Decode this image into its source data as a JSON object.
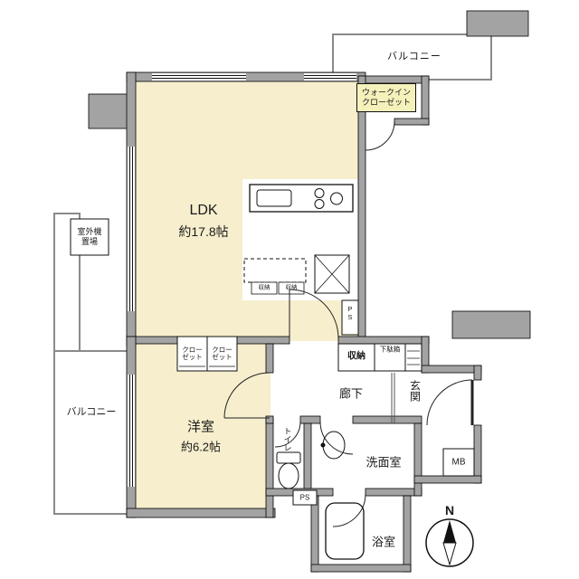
{
  "plan": {
    "balcony_top": "バルコニー",
    "balcony_left": "バルコニー",
    "wic": {
      "line1": "ウォークイン",
      "line2": "クローゼット"
    },
    "ldk": {
      "name": "LDK",
      "size": "約17.8帖"
    },
    "outdoor_unit": {
      "line1": "室外機",
      "line2": "置場"
    },
    "bedroom": {
      "name": "洋室",
      "size": "約6.2帖"
    },
    "closet": {
      "line1": "クロー",
      "line2": "ゼット"
    },
    "storage": "収納",
    "shoe_box": "下駄箱",
    "kitchen_storage": "収納",
    "hallway": "廊下",
    "entrance": "玄関",
    "toilet": "トイレ",
    "washroom": "洗面室",
    "bathroom": "浴室",
    "meter_box": "MB",
    "pipe_space": "PS",
    "compass_north": "N"
  },
  "colors": {
    "room_fill": "#f6eecd",
    "wall_fill": "#a3a3a3",
    "wic_label_bg": "#f5f1bb",
    "line": "#111111"
  }
}
